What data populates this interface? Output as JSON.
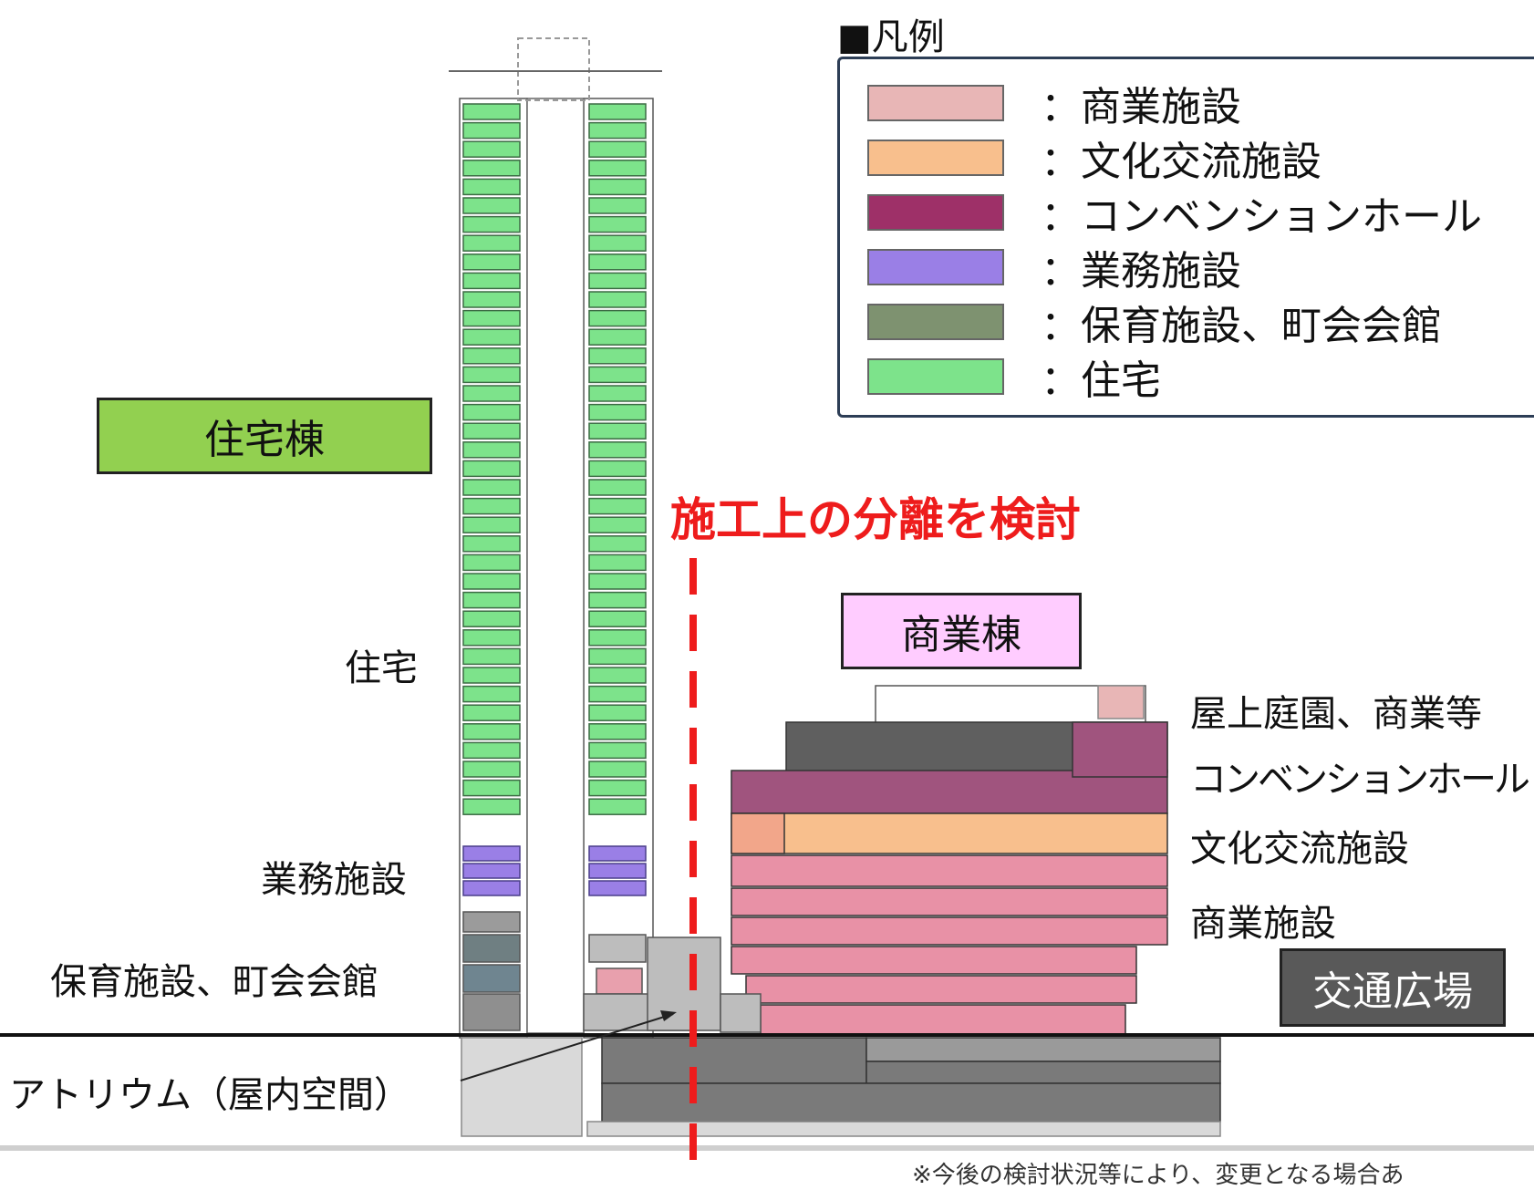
{
  "legend": {
    "title": "■凡例",
    "items": [
      {
        "label": "：商業施設",
        "color": "#e8b6b6"
      },
      {
        "label": "：文化交流施設",
        "color": "#f8bf8d"
      },
      {
        "label": "：コンベンションホール",
        "color": "#9e3068"
      },
      {
        "label": "：業務施設",
        "color": "#9a7fe6"
      },
      {
        "label": "：保育施設、町会会館",
        "color": "#7e9270"
      },
      {
        "label": "：住宅",
        "color": "#7de38b"
      }
    ]
  },
  "buildings": {
    "residential_tower": "住宅棟",
    "commercial_building": "商業棟",
    "transport_plaza": "交通広場"
  },
  "tower_labels": {
    "housing": "住宅",
    "office": "業務施設",
    "nursery": "保育施設、町会会館",
    "atrium": "アトリウム（屋内空間）"
  },
  "commercial_labels": {
    "rooftop": "屋上庭園、商業等",
    "convention": "コンベンションホール",
    "culture": "文化交流施設",
    "retail": "商業施設"
  },
  "separation_note": "施工上の分離を検討",
  "footnote": "※今後の検討状況等により、変更となる場合あ",
  "colors": {
    "green_tag": "#92d050",
    "pink_tag": "#ffccff",
    "plaza_tag": "#595959",
    "separation_line": "#ee1c1c"
  }
}
